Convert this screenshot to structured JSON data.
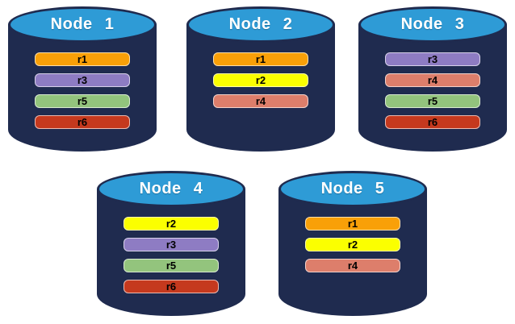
{
  "palette": {
    "cylinder_body": "#1F2B4F",
    "cylinder_top": "#2E9BD6",
    "node_label_color": "#FFFFFF",
    "replica_label_color": "#000000",
    "replica_colors": {
      "r1": "#F9A008",
      "r2": "#FBFF00",
      "r3": "#8E7CC3",
      "r4": "#DD7E6B",
      "r5": "#93C47D",
      "r6": "#C5391E"
    }
  },
  "nodes": [
    {
      "label": "Node 1",
      "replicas": [
        {
          "id": "r1",
          "color": "#F9A008"
        },
        {
          "id": "r3",
          "color": "#8E7CC3"
        },
        {
          "id": "r5",
          "color": "#93C47D"
        },
        {
          "id": "r6",
          "color": "#C5391E"
        }
      ]
    },
    {
      "label": "Node 2",
      "replicas": [
        {
          "id": "r1",
          "color": "#F9A008"
        },
        {
          "id": "r2",
          "color": "#FBFF00"
        },
        {
          "id": "r4",
          "color": "#DD7E6B"
        }
      ]
    },
    {
      "label": "Node 3",
      "replicas": [
        {
          "id": "r3",
          "color": "#8E7CC3"
        },
        {
          "id": "r4",
          "color": "#DD7E6B"
        },
        {
          "id": "r5",
          "color": "#93C47D"
        },
        {
          "id": "r6",
          "color": "#C5391E"
        }
      ]
    },
    {
      "label": "Node 4",
      "replicas": [
        {
          "id": "r2",
          "color": "#FBFF00"
        },
        {
          "id": "r3",
          "color": "#8E7CC3"
        },
        {
          "id": "r5",
          "color": "#93C47D"
        },
        {
          "id": "r6",
          "color": "#C5391E"
        }
      ]
    },
    {
      "label": "Node 5",
      "replicas": [
        {
          "id": "r1",
          "color": "#F9A008"
        },
        {
          "id": "r2",
          "color": "#FBFF00"
        },
        {
          "id": "r4",
          "color": "#DD7E6B"
        }
      ]
    }
  ]
}
